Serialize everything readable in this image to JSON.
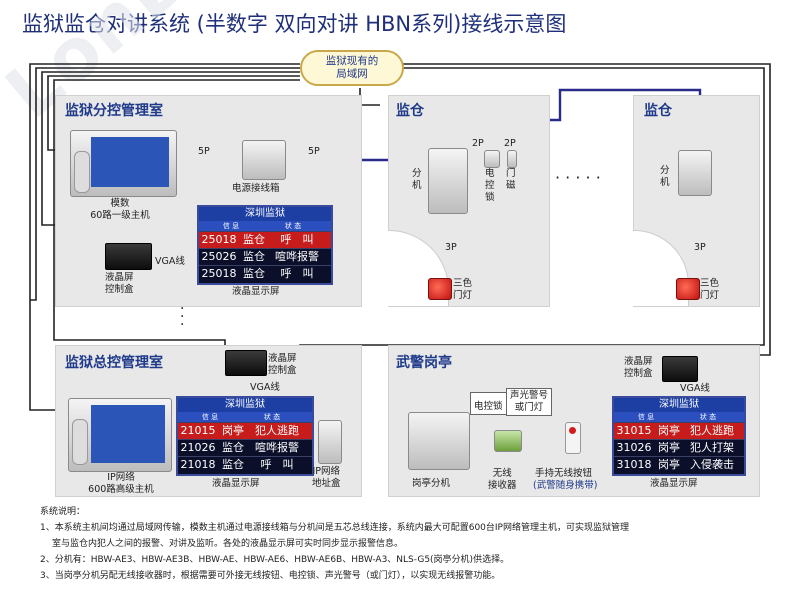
{
  "title": "监狱监仓对讲系统 (半数字 双向对讲 HBN系列)接线示意图",
  "watermark": "LonBon",
  "network": {
    "label": "监狱现有的\n局域网"
  },
  "branch_room": {
    "title": "监狱分控管理室",
    "host_label": "模数\n60路一级主机",
    "junction_label": "电源接线箱",
    "lcd_box_label": "液晶屏\n控制盒",
    "vga_label": "VGA线",
    "lcd_label": "液晶显示屏",
    "lcd": {
      "header": "深圳监狱",
      "rows": [
        {
          "num": "25018",
          "loc": "监仓",
          "status": "呼　叫",
          "alert": true
        },
        {
          "num": "25026",
          "loc": "监仓",
          "status": "喧哗报警",
          "alert": false
        },
        {
          "num": "25018",
          "loc": "监仓",
          "status": "呼　叫",
          "alert": false
        }
      ]
    }
  },
  "wires": {
    "p5_a": "5P",
    "p5_b": "5P",
    "p2_a": "2P",
    "p2_b": "2P",
    "p3_a": "3P",
    "p3_b": "3P"
  },
  "cell_a": {
    "title": "监仓",
    "ext_label": "分\n机",
    "lock_label": "电\n控\n锁",
    "door_label": "门\n磁",
    "lamp_label": "三色\n门灯"
  },
  "dots": "· · · · ·",
  "cell_b": {
    "title": "监仓",
    "ext_label": "分\n机",
    "lamp_label": "三色\n门灯"
  },
  "vdots": "·\n·\n·",
  "main_room": {
    "title": "监狱总控管理室",
    "host_label": "IP网络\n600路高级主机",
    "lcd_box_label": "液晶屏\n控制盒",
    "vga_label": "VGA线",
    "lcd_label": "液晶显示屏",
    "ip_box_label": "IP网络\n地址盒",
    "lcd": {
      "header": "深圳监狱",
      "rows": [
        {
          "num": "21015",
          "loc": "岗亭",
          "status": "犯人逃跑",
          "alert": true
        },
        {
          "num": "21026",
          "loc": "监仓",
          "status": "喧哗报警",
          "alert": false
        },
        {
          "num": "21018",
          "loc": "监仓",
          "status": "呼　叫",
          "alert": false
        }
      ]
    }
  },
  "guard_post": {
    "title": "武警岗亭",
    "ext_label": "岗亭分机",
    "lock_label": "电控锁",
    "alarm_label": "声光警号\n或门灯",
    "receiver_label": "无线\n接收器",
    "button_label": "手持无线按钮",
    "button_note": "(武警随身携带)",
    "lcd_box_label": "液晶屏\n控制盒",
    "vga_label": "VGA线",
    "lcd_label": "液晶显示屏",
    "lcd": {
      "header": "深圳监狱",
      "rows": [
        {
          "num": "31015",
          "loc": "岗亭",
          "status": "犯人逃跑",
          "alert": true
        },
        {
          "num": "31026",
          "loc": "岗亭",
          "status": "犯人打架",
          "alert": false
        },
        {
          "num": "31018",
          "loc": "岗亭",
          "status": "入侵袭击",
          "alert": false
        }
      ]
    }
  },
  "lcd_columns": {
    "info": "信 息",
    "status": "状 态"
  },
  "notes": {
    "heading": "系统说明：",
    "line1": "1、本系统主机间均通过局域网传输，模数主机通过电源接线箱与分机间是五芯总线连接，系统内最大可配置600台IP网络管理主机，可实现监狱管理",
    "line1b": "室与监仓内犯人之间的报警、对讲及监听。各处的液晶显示屏可实时同步显示报警信息。",
    "line2": "2、分机有：HBW-AE3、HBW-AE3B、HBW-AE、HBW-AE6、HBW-AE6B、HBW-A3、NLS-G5(岗亭分机)供选择。",
    "line3": "3、当岗亭分机另配无线接收器时，根据需要可外接无线按钮、电控锁、声光警号（或门灯），以实现无线报警功能。"
  },
  "colors": {
    "wire_dark": "#222222",
    "wire_blue": "#2a2a8a",
    "wire_cyan": "#1aa0c8",
    "panel_title": "#1f3a8a",
    "alert_red": "#c71c1c"
  }
}
